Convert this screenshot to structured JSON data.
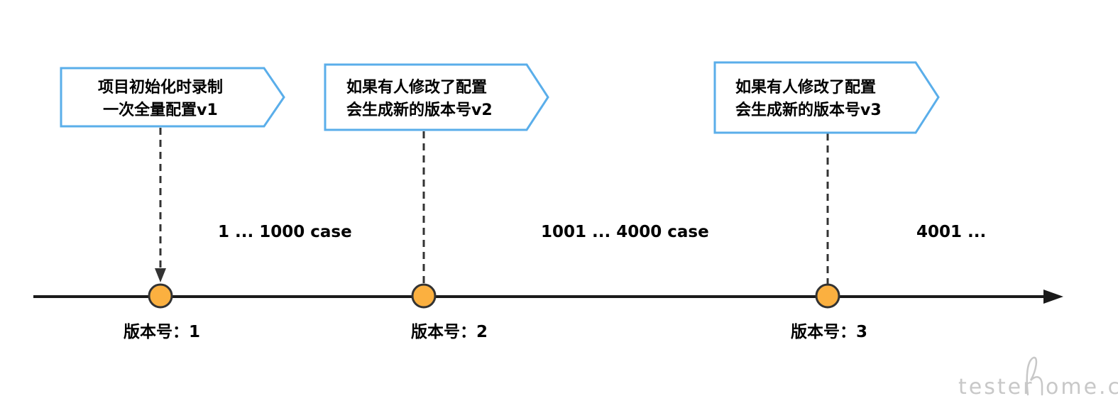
{
  "colors": {
    "timeline": "#1a1a1a",
    "callout_border": "#5aaeea",
    "milestone_fill": "#fbb040",
    "milestone_stroke": "#333333",
    "connector": "#333333",
    "watermark": "#c8c8c8"
  },
  "callouts": [
    {
      "line1": "项目初始化时录制",
      "line2": "一次全量配置v1"
    },
    {
      "line1": "如果有人修改了配置",
      "line2": "会生成新的版本号v2"
    },
    {
      "line1": "如果有人修改了配置",
      "line2": "会生成新的版本号v3"
    }
  ],
  "ranges": [
    {
      "label": "1 ... 1000 case"
    },
    {
      "label": "1001 ... 4000 case"
    },
    {
      "label": "4001 ..."
    }
  ],
  "milestones": [
    {
      "label": "版本号：1"
    },
    {
      "label": "版本号：2"
    },
    {
      "label": "版本号：3"
    }
  ],
  "watermark": {
    "prefix": "tester",
    "suffix": "ome.com"
  }
}
